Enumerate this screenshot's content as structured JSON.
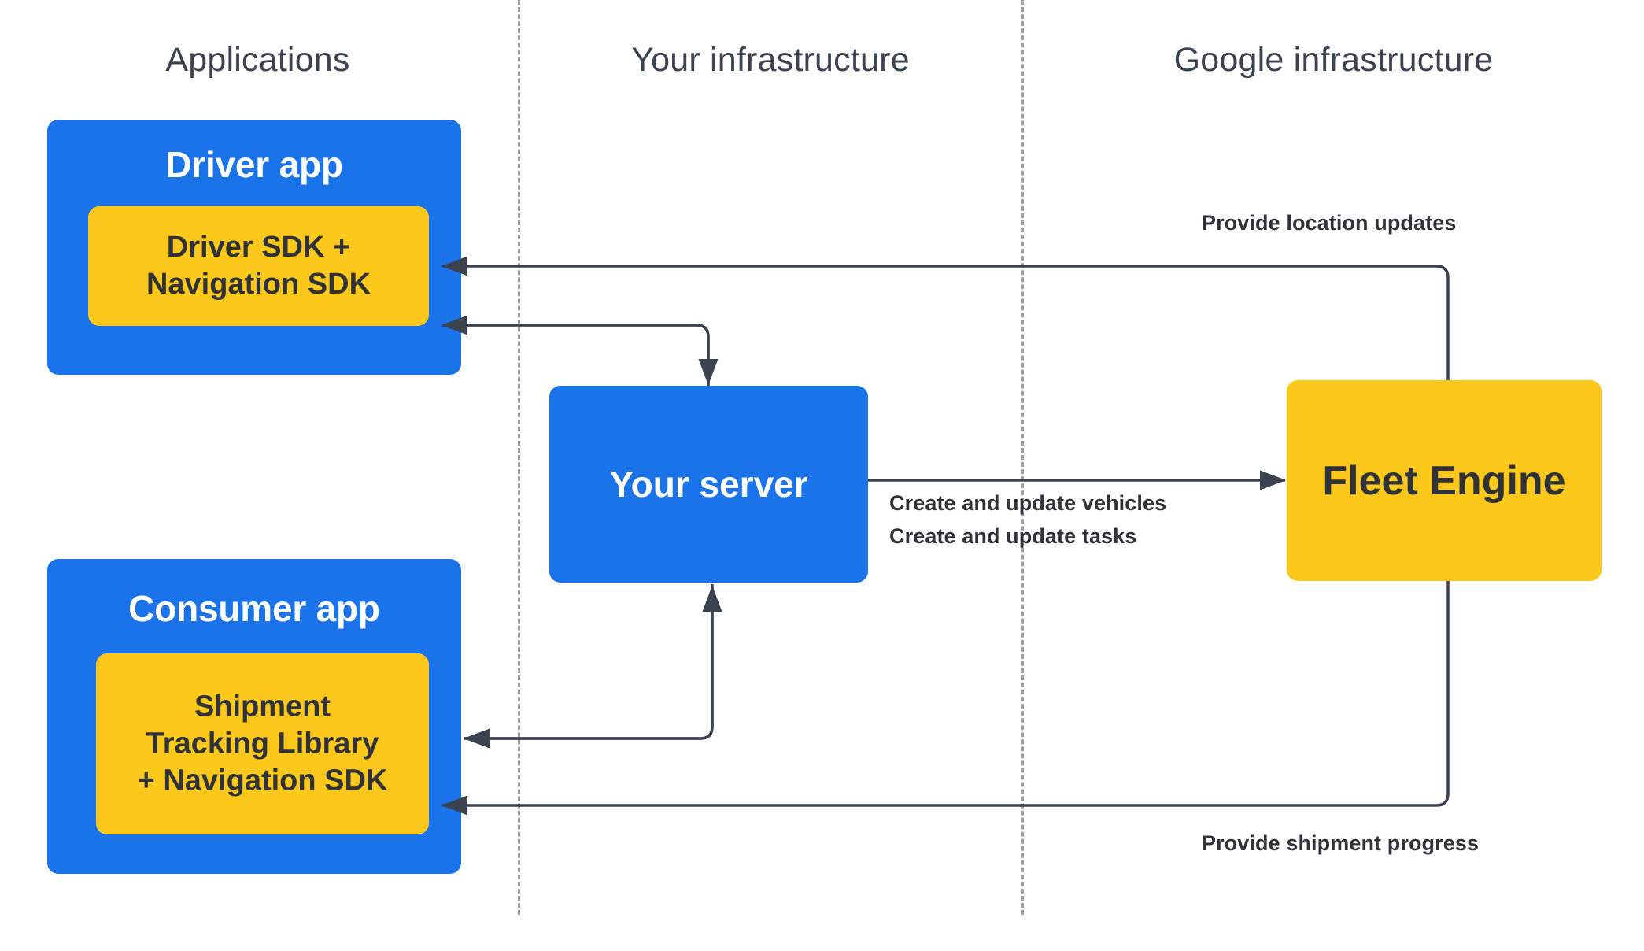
{
  "columns": [
    {
      "id": "applications",
      "label": "Applications"
    },
    {
      "id": "your-infrastructure",
      "label": "Your infrastructure"
    },
    {
      "id": "google-infrastructure",
      "label": "Google infrastructure"
    }
  ],
  "nodes": {
    "driver_app": {
      "title": "Driver app",
      "sdk": "Driver SDK +\nNavigation SDK"
    },
    "consumer_app": {
      "title": "Consumer app",
      "sdk": "Shipment\nTracking Library\n+ Navigation SDK"
    },
    "your_server": {
      "title": "Your server"
    },
    "fleet_engine": {
      "title": "Fleet Engine"
    }
  },
  "edge_labels": {
    "provide_location_updates": "Provide location updates",
    "provide_shipment_progress": "Provide shipment progress",
    "create_update_vehicles": "Create and update vehicles",
    "create_update_tasks": "Create and update tasks"
  },
  "colors": {
    "blue": "#1a73e8",
    "yellow": "#fcc81c",
    "arrow": "#3c4350",
    "divider": "#9aa0a6",
    "header_text": "#3c4350",
    "dark_text": "#2f3236",
    "light_text": "#ffffff",
    "background": "#ffffff"
  }
}
